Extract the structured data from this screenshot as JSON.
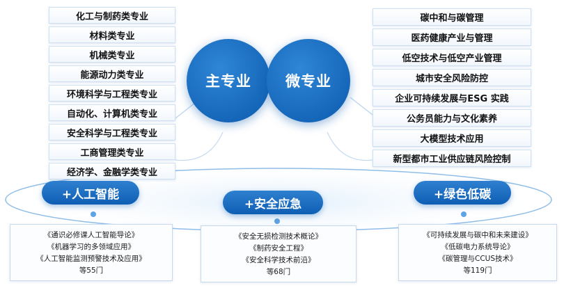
{
  "major_circle": {
    "label": "主专业"
  },
  "micro_circle": {
    "label": "微专业"
  },
  "major_list": [
    "化工与制药类专业",
    "材料类专业",
    "机械类专业",
    "能源动力类专业",
    "环境科学与工程类专业",
    "自动化、计算机类专业",
    "安全科学与工程类专业",
    "工商管理类专业",
    "经济学、金融学类专业"
  ],
  "micro_list": [
    "碳中和与碳管理",
    "医药健康产业与管理",
    "低空技术与低空产业管理",
    "城市安全风险防控",
    "企业可持续发展与ESG 实践",
    "公务员能力与文化素养",
    "大模型技术应用",
    "新型都市工业供应链风险控制"
  ],
  "modules": {
    "ai": {
      "label": "+人工智能",
      "courses": [
        "《通识必修课人工智能导论》",
        "《机器学习的多领域应用》",
        "《人工智能监测预警技术及应用》"
      ],
      "count": "等55门"
    },
    "safety": {
      "label": "+安全应急",
      "courses": [
        "《安全无损检测技术概论》",
        "《制药安全工程》",
        "《安全科学技术前沿》"
      ],
      "count": "等68门"
    },
    "green": {
      "label": "+绿色低碳",
      "courses": [
        "《可持续发展与碳中和未来建设》",
        "《低碳电力系统导论》",
        "《碳管理与CCUS技术》"
      ],
      "count": "等119门"
    }
  },
  "colors": {
    "primary": "#0e5fb4",
    "accent": "#2f86d6",
    "ring": "#a9cdf0"
  }
}
